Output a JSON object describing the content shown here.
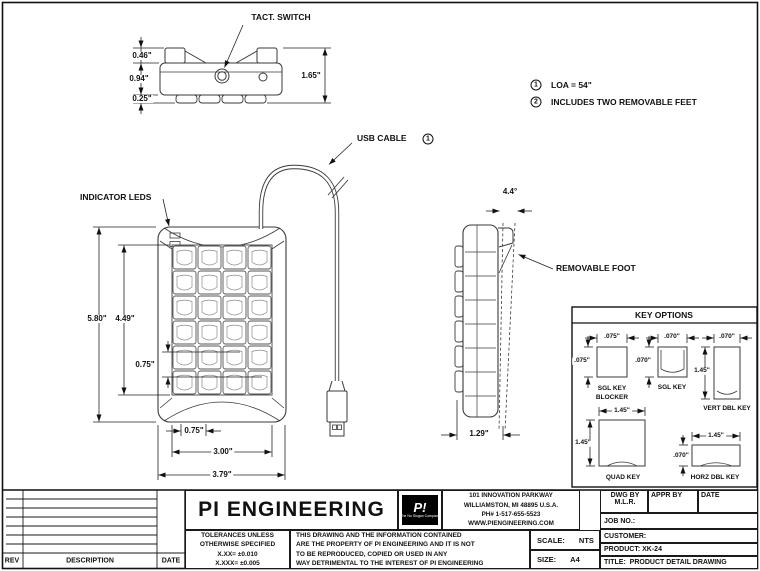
{
  "top_view": {
    "tact_switch": "TACT. SWITCH",
    "dim_top": "0.46\"",
    "dim_mid": "0.94\"",
    "dim_bottom": "0.25\"",
    "dim_height": "1.65\""
  },
  "notes": [
    {
      "ref": "1",
      "text": "LOA = 54\""
    },
    {
      "ref": "2",
      "text": "INCLUDES TWO REMOVABLE FEET"
    }
  ],
  "front_view": {
    "indicator_leds": "INDICATOR LEDS",
    "usb_cable": "USB CABLE",
    "usb_cable_ref": "1",
    "dim_height": "5.80\"",
    "dim_key_area_height": "4.49\"",
    "dim_key_pitch_v": "0.75\"",
    "dim_key_pitch_h": "0.75\"",
    "dim_key_area_width": "3.00\"",
    "dim_width": "3.79\""
  },
  "side_view": {
    "angle": "4.4°",
    "removable_foot": "REMOVABLE FOOT",
    "dim_depth": "1.29\""
  },
  "key_options": {
    "title": "KEY OPTIONS",
    "blocker": {
      "label_line1": "SGL KEY",
      "label_line2": "BLOCKER",
      "width": ".075\"",
      "height": ".075\""
    },
    "sgl": {
      "label": "SGL KEY",
      "width": ".070\"",
      "height": ".070\""
    },
    "vert": {
      "label": "VERT DBL KEY",
      "width": ".070\"",
      "height": "1.45\""
    },
    "quad": {
      "label": "QUAD KEY",
      "width": "1.45\"",
      "height": "1.45\""
    },
    "horz": {
      "label": "HORZ DBL KEY",
      "width": "1.45\"",
      "height": ".070\""
    }
  },
  "revision_table": {
    "rev": "REV",
    "description": "DESCRIPTION",
    "date": "DATE"
  },
  "title_block": {
    "company": "PI ENGINEERING",
    "logo_text": "P!",
    "logo_slogan": "The No Slogan Company",
    "address_lines": [
      "101 INNOVATION PARKWAY",
      "WILLIAMSTON, MI 48895 U.S.A.",
      "PH# 1-517-655-5523",
      "WWW.PIENGINEERING.COM"
    ],
    "tolerance_lines": [
      "TOLERANCES UNLESS",
      "OTHERWISE SPECIFIED",
      "X.XX= ±0.010",
      "X.XXX= ±0.005"
    ],
    "legal_lines": [
      "THIS DRAWING AND THE INFORMATION CONTAINED",
      "ARE THE PROPERTY OF PI ENGINEERING AND IT IS NOT",
      "TO BE REPRODUCED, COPIED OR USED IN ANY",
      "WAY DETRIMENTAL TO THE INTEREST OF PI ENGINEERING"
    ],
    "dwg_by_label": "DWG BY",
    "dwg_by_value": "M.L.R.",
    "appr_by_label": "APPR BY",
    "date_label": "DATE",
    "job_no_label": "JOB NO.:",
    "customer_label": "CUSTOMER:",
    "product_label": "PRODUCT:",
    "product_value": "XK-24",
    "title_label": "TITLE:",
    "title_value": "PRODUCT DETAIL DRAWING",
    "scale_label": "SCALE:",
    "scale_value": "NTS",
    "size_label": "SIZE:",
    "size_value": "A4"
  }
}
